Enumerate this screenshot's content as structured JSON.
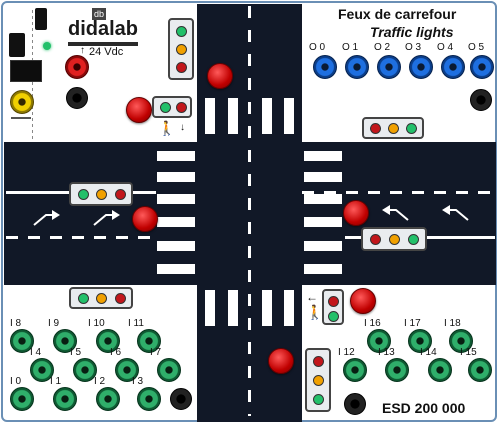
{
  "brand": {
    "name": "didalab",
    "tagline": ""
  },
  "power": {
    "label": "24 Vdc"
  },
  "title": {
    "fr": "Feux de carrefour",
    "en": "Traffic lights"
  },
  "model": "ESD 200 000",
  "outputs": [
    "O 0",
    "O 1",
    "O 2",
    "O 3",
    "O 4",
    "O 5"
  ],
  "inputs": {
    "top_row": [
      "I 8",
      "I 9",
      "I 10",
      "I 11"
    ],
    "mid_row": [
      "I 4",
      "I 5",
      "I 6",
      "I 7"
    ],
    "bot_row": [
      "I 0",
      "I 1",
      "I 2",
      "I 3"
    ],
    "right_top": [
      "I 16",
      "I 17",
      "I 18"
    ],
    "right_bot": [
      "I 12",
      "I 13",
      "I 14",
      "I 15"
    ]
  },
  "colors": {
    "road": "#111827",
    "lamp_red": "#c2161b",
    "lamp_orange": "#f0a000",
    "lamp_green": "#22c06a",
    "socket_blue": "#1e6fe0",
    "socket_green": "#2fae6a"
  },
  "icons": [
    "pedestrian-icon",
    "down-arrow-icon",
    "left-arrow-icon",
    "turn-right-arrow-icon",
    "turn-left-arrow-icon"
  ]
}
